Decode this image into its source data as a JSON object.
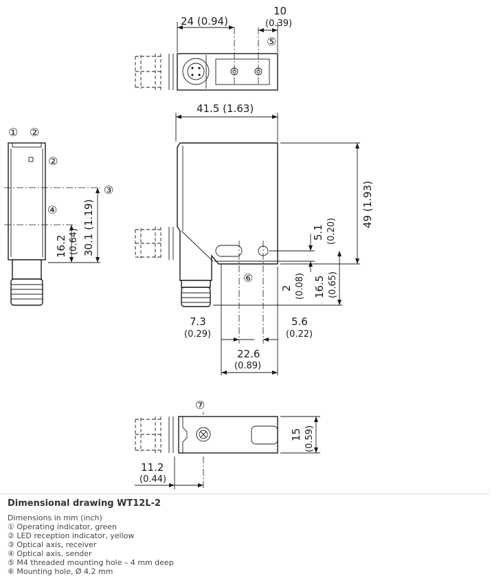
{
  "dimensions": {
    "width_top": "24 (0.94)",
    "hole_offset_value": "10",
    "hole_offset_inch": "(0.39)",
    "length": "41.5 (1.63)",
    "height_value": "49 (1.93)",
    "receiver_axis_value": "30.1 (1.19)",
    "sender_axis_value": "16.2",
    "sender_axis_inch": "(0.64)",
    "hole_height_value": "5.1",
    "hole_height_inch": "(0.20)",
    "step_value": "2",
    "step_inch": "(0.08)",
    "lower_value": "16.5",
    "lower_inch": "(0.65)",
    "left_offset_value": "7.3",
    "left_offset_inch": "(0.29)",
    "right_offset_value": "5.6",
    "right_offset_inch": "(0.22)",
    "hole_spacing_value": "22.6",
    "hole_spacing_inch": "(0.89)",
    "depth_value": "15",
    "depth_inch": "(0.59)",
    "bottom_offset_value": "11.2",
    "bottom_offset_inch": "(0.44)"
  },
  "callouts": {
    "c1": "①",
    "c2": "②",
    "c3": "③",
    "c4": "④",
    "c5": "⑤",
    "c6": "⑥",
    "c7": "⑦"
  },
  "caption": {
    "title": "Dimensional drawing WT12L-2",
    "subtitle": "Dimensions in mm (inch)",
    "legend": [
      "① Operating indicator, green",
      "② LED reception indicator, yellow",
      "③ Optical axis, receiver",
      "④ Optical axis, sender",
      "⑤ M4 threaded mounting hole – 4 mm deep",
      "⑥ Mounting hole, Ø 4.2 mm"
    ]
  }
}
